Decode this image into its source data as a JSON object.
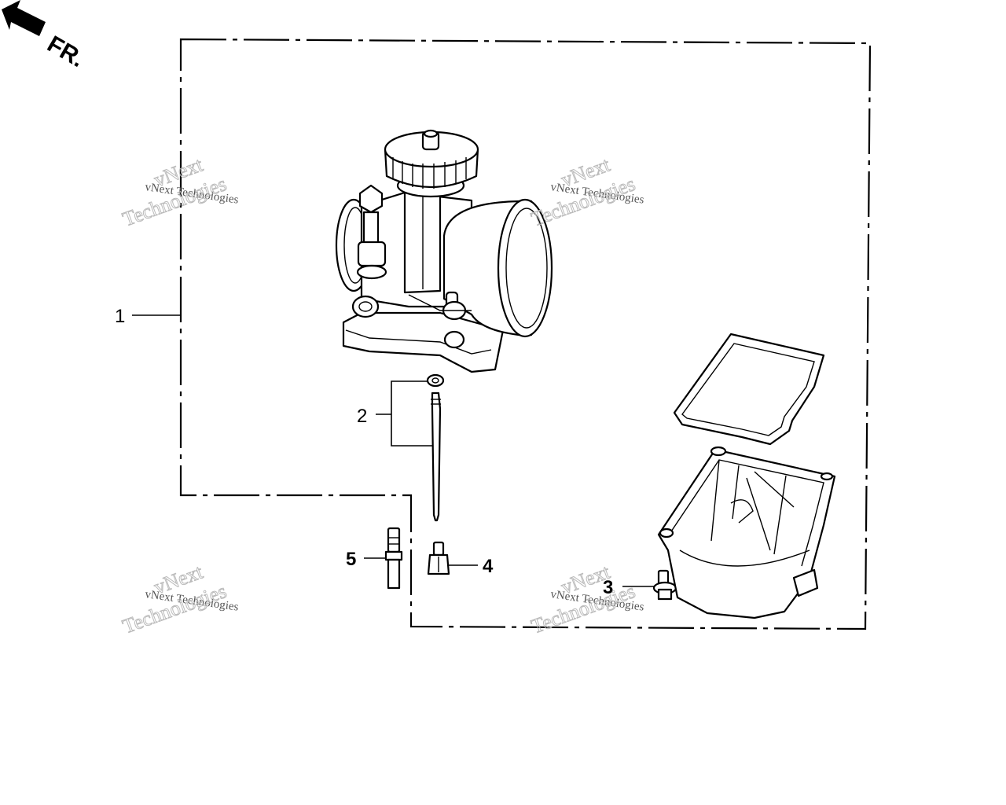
{
  "orientation": {
    "label": "FR."
  },
  "callouts": [
    {
      "id": "1",
      "text": "1"
    },
    {
      "id": "2",
      "text": "2"
    },
    {
      "id": "3",
      "text": "3"
    },
    {
      "id": "4",
      "text": "4"
    },
    {
      "id": "5",
      "text": "5"
    }
  ],
  "watermark": {
    "line_vnext": "vNext",
    "line_full": "vNext Technologies",
    "line_tech": "Technologies"
  }
}
